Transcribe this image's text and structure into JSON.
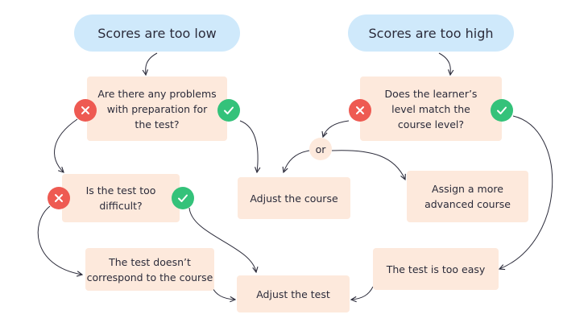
{
  "diagram": {
    "left_title": "Scores are too low",
    "right_title": "Scores are too high",
    "nodes": {
      "preparation_question": "Are there any problems\nwith preparation for\nthe test?",
      "difficulty_question": "Is the test too\ndifficult?",
      "mismatch_outcome": "The test doesn’t\ncorrespond to the course",
      "adjust_course": "Adjust the course",
      "adjust_test": "Adjust the test",
      "level_question": "Does the learner’s\nlevel match the\ncourse level?",
      "advanced_course": "Assign a more\nadvanced course",
      "too_easy_outcome": "The test is too easy"
    },
    "or_label": "or",
    "badges": {
      "no_icon": "cross-icon",
      "yes_icon": "check-icon"
    },
    "colors": {
      "title_pill": "#cfe9fb",
      "box": "#fde9dc",
      "no": "#ee5a52",
      "yes": "#34c27a",
      "line": "#2b2b3a"
    }
  }
}
